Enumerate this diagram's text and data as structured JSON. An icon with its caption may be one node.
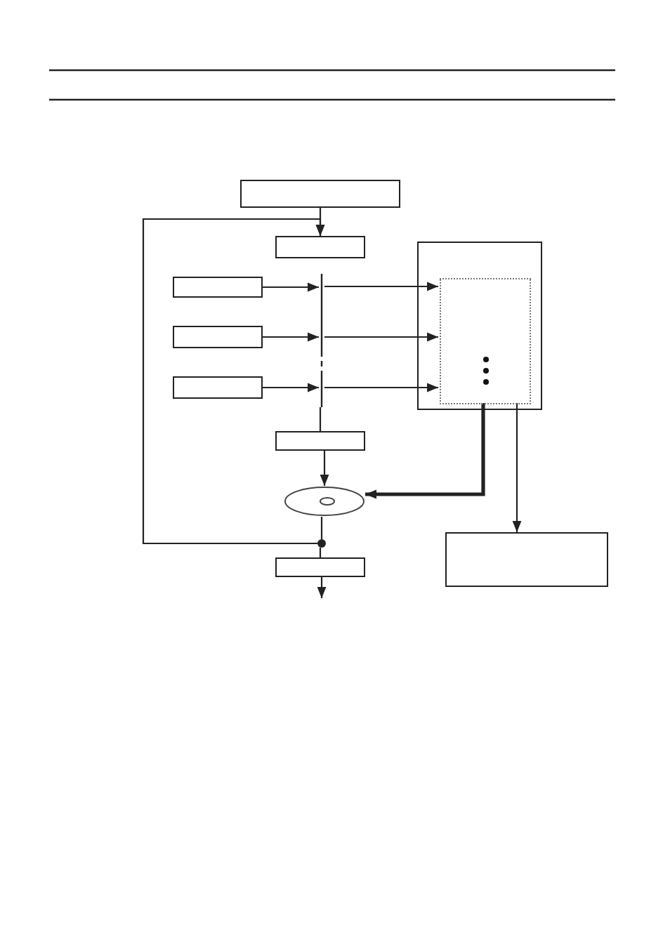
{
  "diagram": {
    "nodes": [
      {
        "text": [],
        "shape": "box"
      },
      {
        "text": [],
        "shape": "box"
      },
      {
        "text": [],
        "shape": "box"
      },
      {
        "text": [],
        "shape": "box"
      },
      {
        "text": [],
        "shape": "box"
      },
      {
        "text": [],
        "shape": "bar"
      },
      {
        "text": [],
        "shape": "box"
      },
      {
        "text": [],
        "shape": "disc"
      },
      {
        "text": [],
        "shape": "dot"
      },
      {
        "text": [],
        "shape": "box"
      },
      {
        "text": [],
        "shape": "box"
      },
      {
        "text": [],
        "shape": "dotted-box",
        "in": 10
      },
      {
        "text": [],
        "shape": "box"
      }
    ],
    "edges": [
      {
        "from": 0,
        "to": 1,
        "arrow": "to"
      },
      {
        "from": 8,
        "to": 1,
        "arrow": "to"
      },
      {
        "from": 2,
        "to": 5,
        "arrow": "to"
      },
      {
        "from": 3,
        "to": 5,
        "arrow": "to"
      },
      {
        "from": 4,
        "to": 5,
        "arrow": "to"
      },
      {
        "from": 5,
        "to": 11,
        "arrow": "to"
      },
      {
        "from": 5,
        "to": 11,
        "arrow": "to"
      },
      {
        "from": 5,
        "to": 11,
        "arrow": "to"
      },
      {
        "from": 5,
        "to": 6,
        "arrow": "none"
      },
      {
        "from": 6,
        "to": 7,
        "arrow": "to"
      },
      {
        "from": 7,
        "to": 8,
        "arrow": "none"
      },
      {
        "from": 8,
        "to": 9,
        "arrow": "none"
      },
      {
        "from": 9,
        "to": null,
        "arrow": "to"
      },
      {
        "from": 11,
        "to": 7,
        "arrow": "to",
        "style": "thick"
      },
      {
        "from": 11,
        "to": 12,
        "arrow": "to"
      }
    ]
  }
}
